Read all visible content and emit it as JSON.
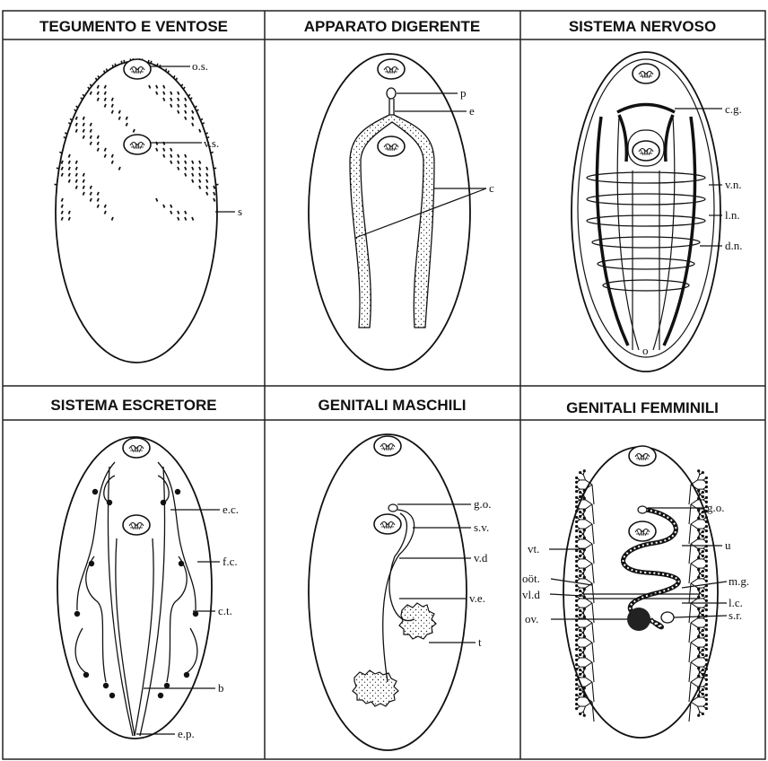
{
  "panels": [
    {
      "id": "tegument",
      "title": "TEGUMENTO E VENTOSE",
      "labels": [
        "o.s.",
        "v.s.",
        "s"
      ]
    },
    {
      "id": "digestive",
      "title": "APPARATO DIGERENTE",
      "labels": [
        "p",
        "e",
        "c"
      ]
    },
    {
      "id": "nervous",
      "title": "SISTEMA NERVOSO",
      "labels": [
        "c.g.",
        "v.n.",
        "l.n.",
        "d.n."
      ]
    },
    {
      "id": "excretory",
      "title": "SISTEMA ESCRETORE",
      "labels": [
        "e.c.",
        "f.c.",
        "c.t.",
        "b",
        "e.p."
      ]
    },
    {
      "id": "male",
      "title": "GENITALI MASCHILI",
      "labels": [
        "g.o.",
        "s.v.",
        "v.d",
        "v.e.",
        "t"
      ]
    },
    {
      "id": "female",
      "title": "GENITALI FEMMINILI",
      "labels": [
        "g.o.",
        "u",
        "vt.",
        "oöt.",
        "vl.d",
        "ov.",
        "m.g.",
        "l.c.",
        "s.r."
      ]
    }
  ]
}
